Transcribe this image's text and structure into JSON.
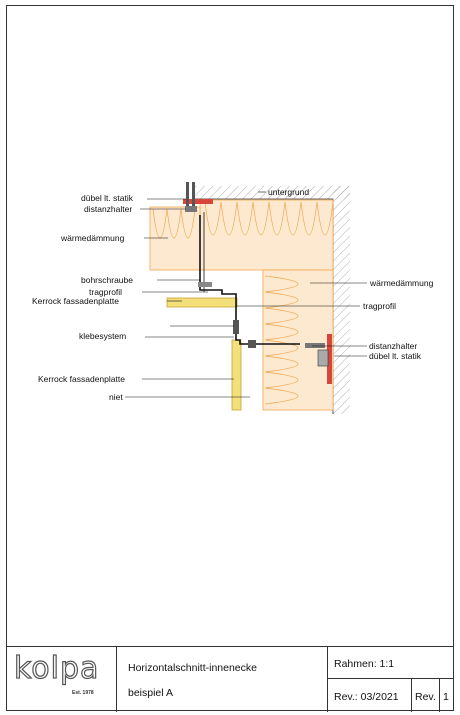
{
  "drawing": {
    "labels": {
      "duebel_top": "dübel lt. statik",
      "distanzhalter_top": "distanzhalter",
      "untergrund": "untergrund",
      "waermedaemmung_left": "wärmedämmung",
      "bohrschraube": "bohrschraube",
      "tragprofil_left": "tragprofil",
      "kerrock_top": "Kerrock fassadenplatte",
      "klebesystem": "klebesystem",
      "kerrock_bottom": "Kerrock fassadenplatte",
      "niet": "niet",
      "waermedaemmung_right": "wärmedämmung",
      "tragprofil_right": "tragprofil",
      "distanzhalter_right": "distanzhalter",
      "duebel_right": "dübel lt. statik"
    },
    "colors": {
      "insulation_fill": "#fde9cf",
      "insulation_stroke": "#f0a64a",
      "panel_fill": "#f3e07a",
      "anchor_red": "#d8453b",
      "line": "#111111",
      "hatch": "#9a9a9a"
    }
  },
  "titleblock": {
    "logo_text": "kolpa",
    "logo_est": "Est. 1978",
    "title_line1": "Horizontalschnitt-innenecke",
    "title_line2": "beispiel A",
    "scale": "Rahmen: 1:1",
    "rev_date": "Rev.: 03/2021",
    "rev_label": "Rev.",
    "rev_number": "1"
  }
}
